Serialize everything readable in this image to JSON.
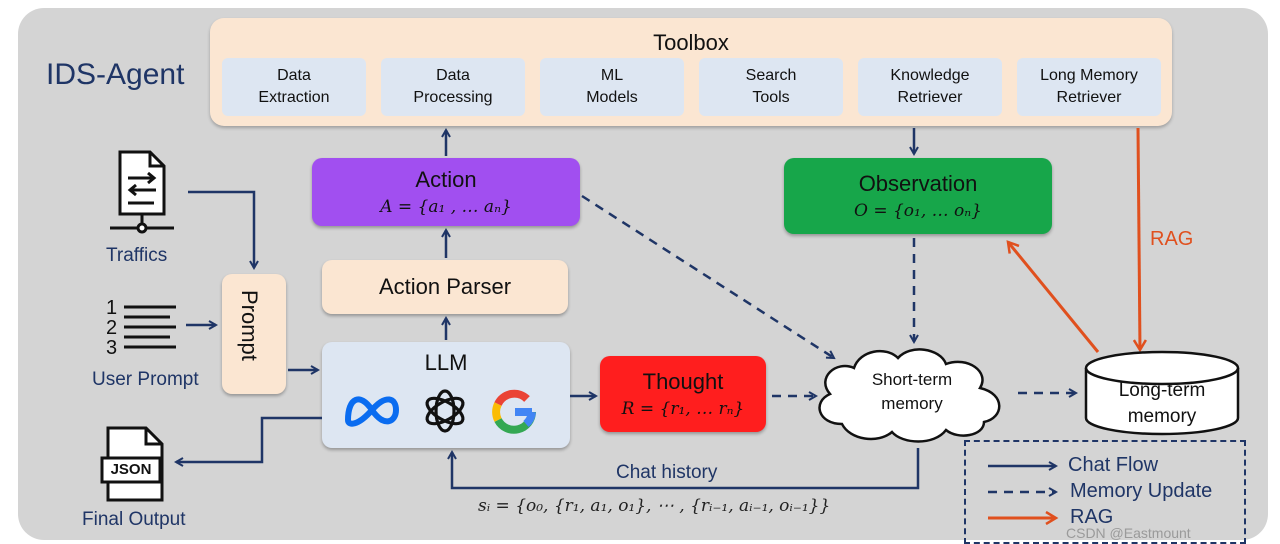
{
  "title": "IDS-Agent",
  "toolbox": {
    "title": "Toolbox",
    "tools": [
      {
        "label": "Data\nExtraction"
      },
      {
        "label": "Data\nProcessing"
      },
      {
        "label": "ML\nModels"
      },
      {
        "label": "Search\nTools"
      },
      {
        "label": "Knowledge\nRetriever"
      },
      {
        "label": "Long Memory\nRetriever"
      }
    ]
  },
  "action": {
    "label": "Action",
    "formula": "A = {a₁ , … aₙ}"
  },
  "observation": {
    "label": "Observation",
    "formula": "O = {o₁, … oₙ}"
  },
  "action_parser": {
    "label": "Action Parser"
  },
  "thought": {
    "label": "Thought",
    "formula": "R = {r₁, … rₙ}"
  },
  "llm": {
    "label": "LLM",
    "icons": [
      "meta-logo",
      "openai-logo",
      "google-logo"
    ]
  },
  "prompt": {
    "label": "Prompt"
  },
  "inputs": {
    "traffics": "Traffics",
    "user_prompt": "User Prompt",
    "final_output": "Final Output",
    "json": "JSON"
  },
  "short_term": {
    "line1": "Short-term",
    "line2": "memory"
  },
  "long_term": {
    "line1": "Long-term",
    "line2": "memory"
  },
  "rag_label": "RAG",
  "chat_history": {
    "label": "Chat history",
    "formula": "sᵢ = {o₀, {r₁, a₁, o₁}, ⋯ , {rᵢ₋₁, aᵢ₋₁, oᵢ₋₁}}"
  },
  "legend": {
    "items": [
      {
        "label": "Chat Flow"
      },
      {
        "label": "Memory Update"
      },
      {
        "label": "RAG"
      }
    ]
  },
  "watermark": "CSDN @Eastmount",
  "colors": {
    "navy": "#1f3566",
    "rag": "#e0501e",
    "action": "#a14ff0",
    "observation": "#17a64a",
    "thought": "#ff1e1e",
    "peach": "#fbe6d2",
    "lightblue": "#dde6f2"
  }
}
